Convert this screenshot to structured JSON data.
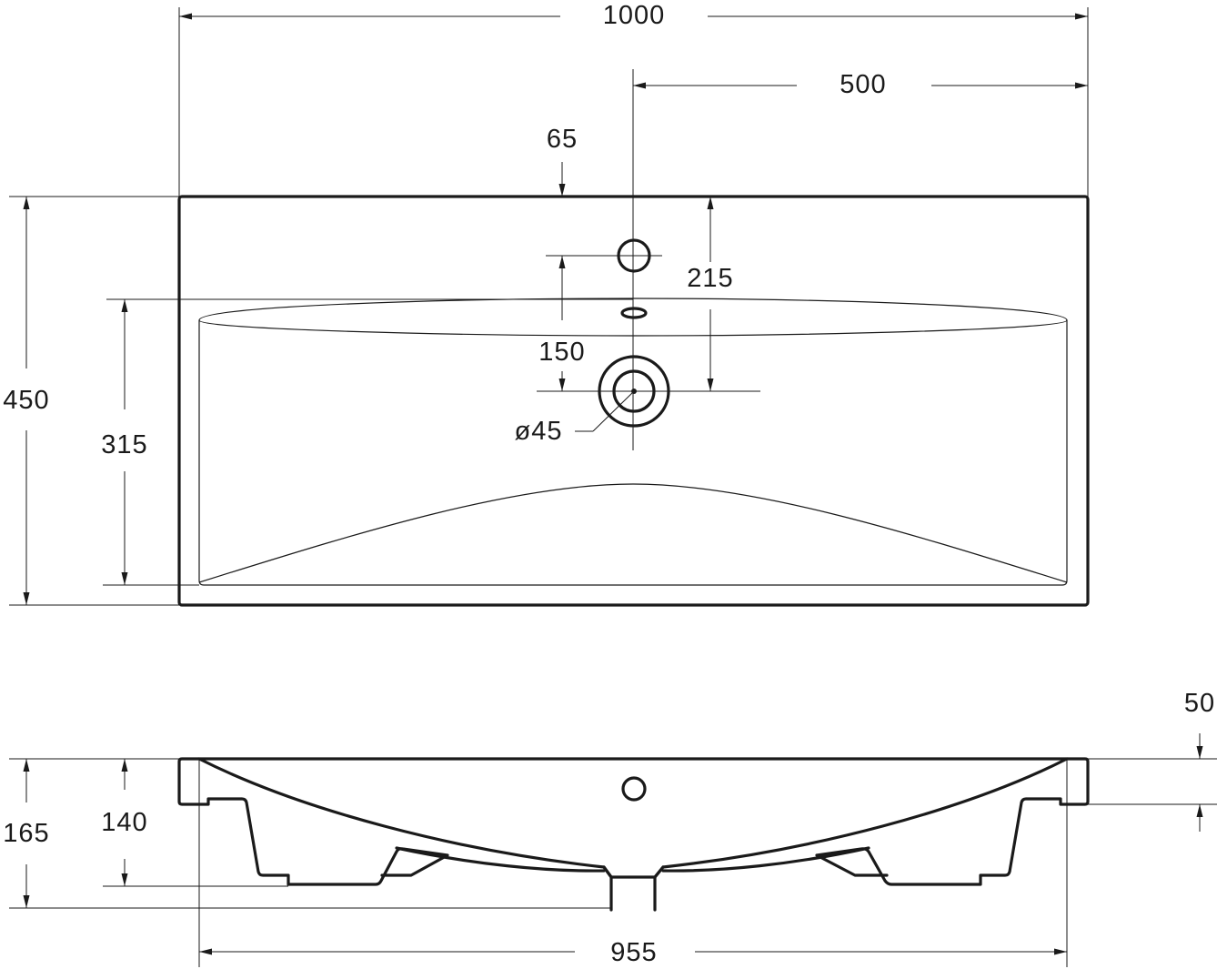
{
  "top_view": {
    "width": "1000",
    "half_width": "500",
    "faucet_offset": "65",
    "faucet_to_drain": "215",
    "bowl_to_drain": "150",
    "drain_diameter": "ø45",
    "depth": "450",
    "bowl_depth": "315"
  },
  "side_view": {
    "rim_height": "50",
    "total_height": "165",
    "bowl_height": "140",
    "bowl_width": "955"
  }
}
